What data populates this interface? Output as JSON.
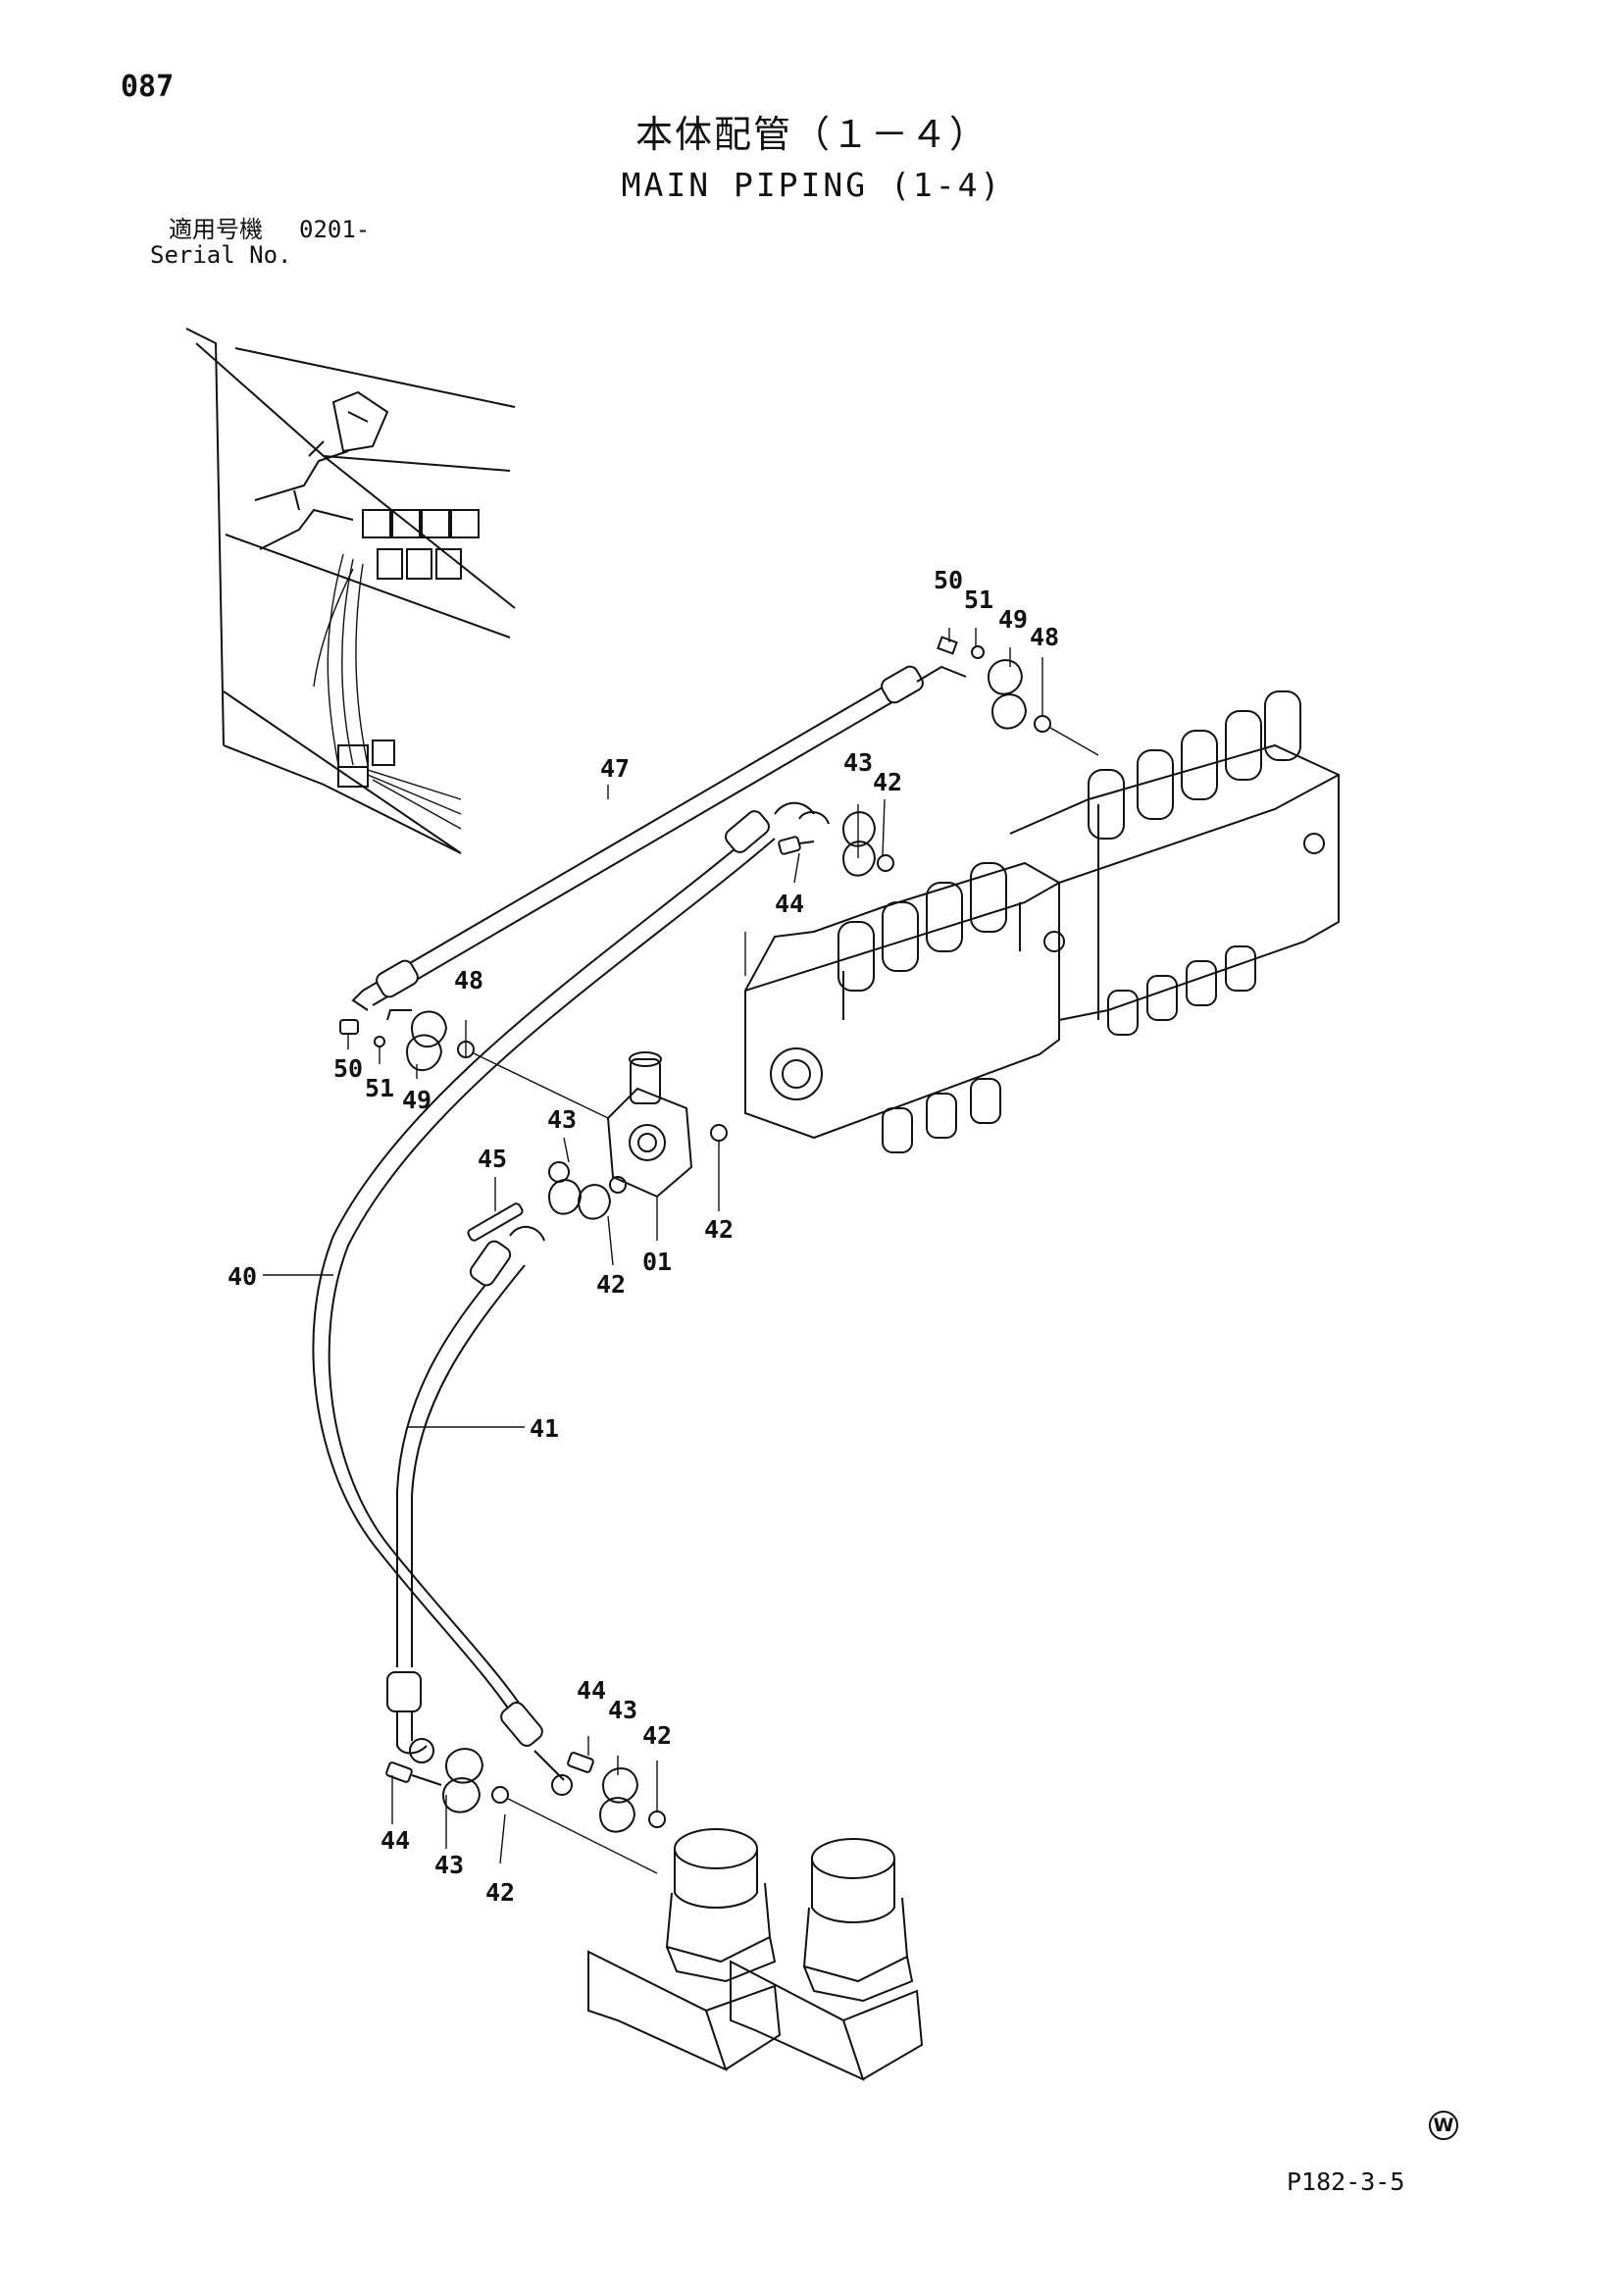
{
  "header": {
    "page_number": "087",
    "title_jp": "本体配管（１－４）",
    "title_en": "MAIN PIPING (1-4)",
    "serial_label_jp": "適用号機",
    "serial_value": "0201-",
    "serial_label_en": "Serial No."
  },
  "footer": {
    "drawing_code": "P182-3-5",
    "mark": "W"
  },
  "callouts": [
    {
      "id": "c50a",
      "text": "50"
    },
    {
      "id": "c51a",
      "text": "51"
    },
    {
      "id": "c49a",
      "text": "49"
    },
    {
      "id": "c48a",
      "text": "48"
    },
    {
      "id": "c47",
      "text": "47"
    },
    {
      "id": "c43a",
      "text": "43"
    },
    {
      "id": "c42a",
      "text": "42"
    },
    {
      "id": "c44a",
      "text": "44"
    },
    {
      "id": "c48b",
      "text": "48"
    },
    {
      "id": "c50b",
      "text": "50"
    },
    {
      "id": "c51b",
      "text": "51"
    },
    {
      "id": "c49b",
      "text": "49"
    },
    {
      "id": "c45",
      "text": "45"
    },
    {
      "id": "c43b",
      "text": "43"
    },
    {
      "id": "c42b",
      "text": "42"
    },
    {
      "id": "c01",
      "text": "01"
    },
    {
      "id": "c42c",
      "text": "42"
    },
    {
      "id": "c40",
      "text": "40"
    },
    {
      "id": "c41",
      "text": "41"
    },
    {
      "id": "c44b",
      "text": "44"
    },
    {
      "id": "c43c",
      "text": "43"
    },
    {
      "id": "c42d",
      "text": "42"
    },
    {
      "id": "c44c",
      "text": "44"
    },
    {
      "id": "c43d",
      "text": "43"
    },
    {
      "id": "c42e",
      "text": "42"
    }
  ]
}
